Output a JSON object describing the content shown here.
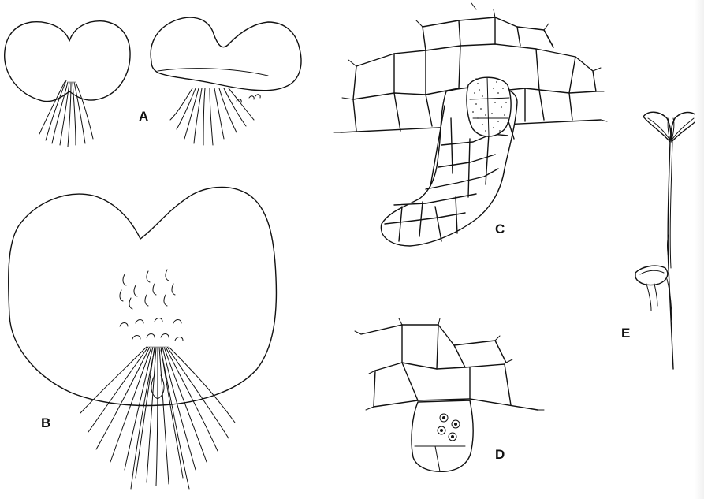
{
  "labels": {
    "a": "A",
    "b": "B",
    "c": "C",
    "d": "D",
    "e": "E"
  },
  "ink_color": "#111111",
  "paper_color": "#ffffff"
}
